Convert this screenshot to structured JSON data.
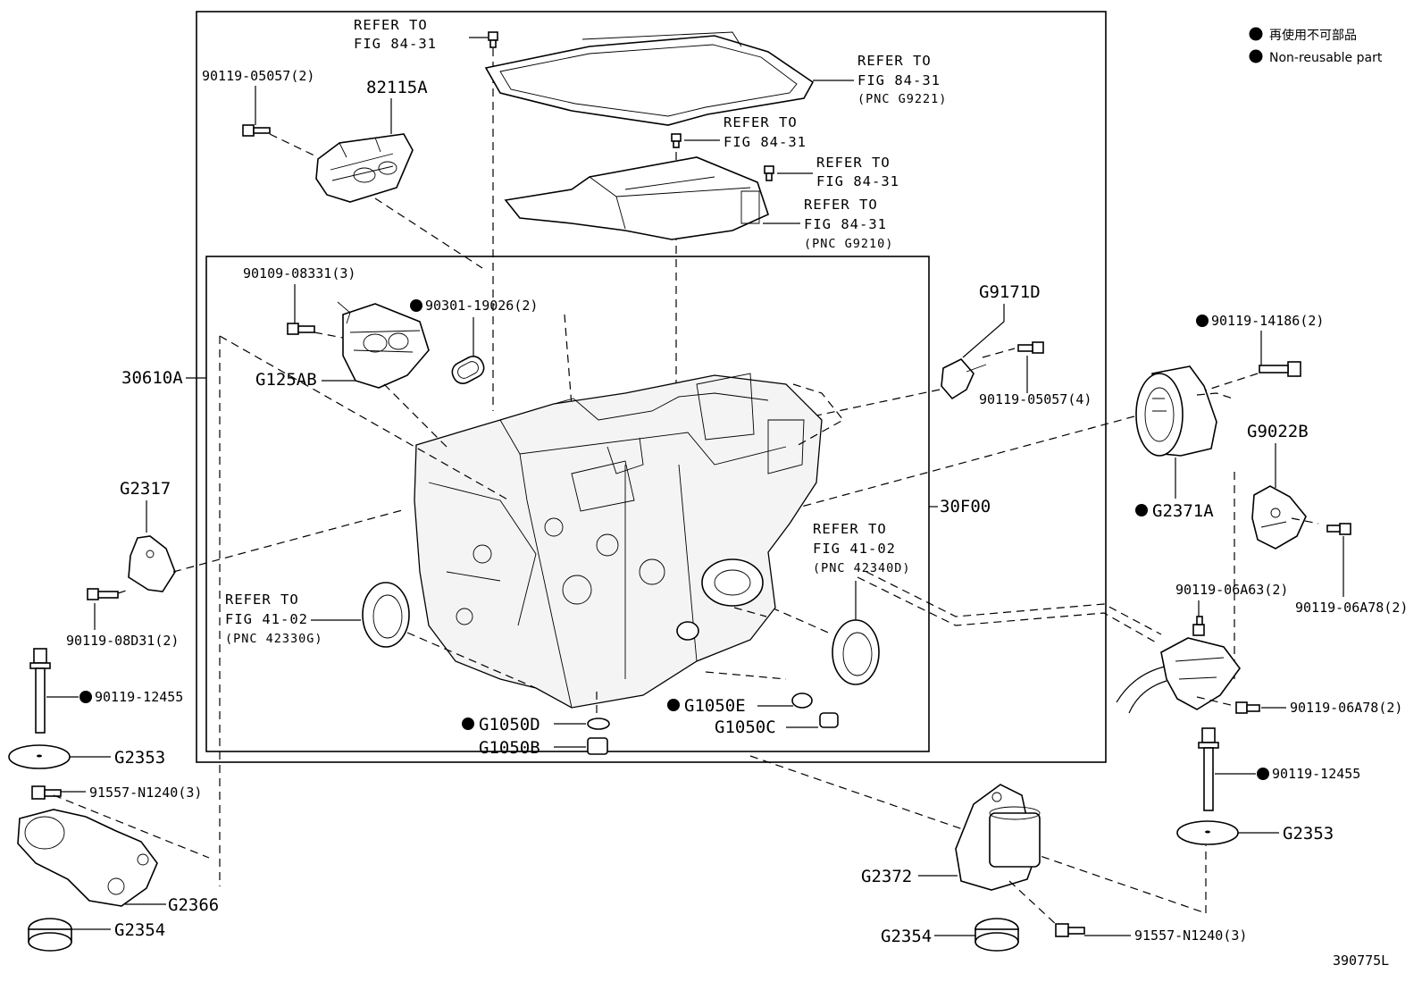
{
  "legend": [
    {
      "text": "再使用不可部品"
    },
    {
      "text": "Non-reusable part"
    }
  ],
  "illustration_number": "390775L",
  "labels": {
    "p90119_05057_2": "90119-05057(2)",
    "p82115A": "82115A",
    "ref_top_left_1": "REFER TO",
    "ref_top_left_2": "FIG 84-31",
    "ref_pan_1": "REFER TO",
    "ref_pan_2": "FIG 84-31",
    "ref_pan_3": "(PNC G9221)",
    "ref_bolt2_1": "REFER TO",
    "ref_bolt2_2": "FIG 84-31",
    "ref_bolt3_1": "REFER TO",
    "ref_bolt3_2": "FIG 84-31",
    "ref_valve_1": "REFER TO",
    "ref_valve_2": "FIG 84-31",
    "ref_valve_3": "(PNC G9210)",
    "p90109_08331_3": "90109-08331(3)",
    "p90301_19026_2": "90301-19026(2)",
    "p30610A": "30610A",
    "pG125AB": "G125AB",
    "pG9171D": "G9171D",
    "p90119_05057_4": "90119-05057(4)",
    "p90119_14186_2": "90119-14186(2)",
    "pG9022B": "G9022B",
    "pG2371A": "G2371A",
    "p30F00": "30F00",
    "ref_seal_r_1": "REFER TO",
    "ref_seal_r_2": "FIG 41-02",
    "ref_seal_r_3": "(PNC 42340D)",
    "pG2317": "G2317",
    "p90119_08D31_2": "90119-08D31(2)",
    "ref_seal_l_1": "REFER TO",
    "ref_seal_l_2": "FIG 41-02",
    "ref_seal_l_3": "(PNC 42330G)",
    "p90119_12455_l": "90119-12455",
    "pG2353_l": "G2353",
    "pG1050D": "G1050D",
    "pG1050B": "G1050B",
    "pG1050E": "G1050E",
    "pG1050C": "G1050C",
    "p91557_N1240_l": "91557-N1240(3)",
    "pG2366": "G2366",
    "pG2354_l": "G2354",
    "p90119_06A63_2": "90119-06A63(2)",
    "p90119_06A78_2a": "90119-06A78(2)",
    "p90119_06A78_2b": "90119-06A78(2)",
    "p90119_12455_r": "90119-12455",
    "pG2353_r": "G2353",
    "pG2372": "G2372",
    "pG2354_r": "G2354",
    "p91557_N1240_r": "91557-N1240(3)"
  }
}
